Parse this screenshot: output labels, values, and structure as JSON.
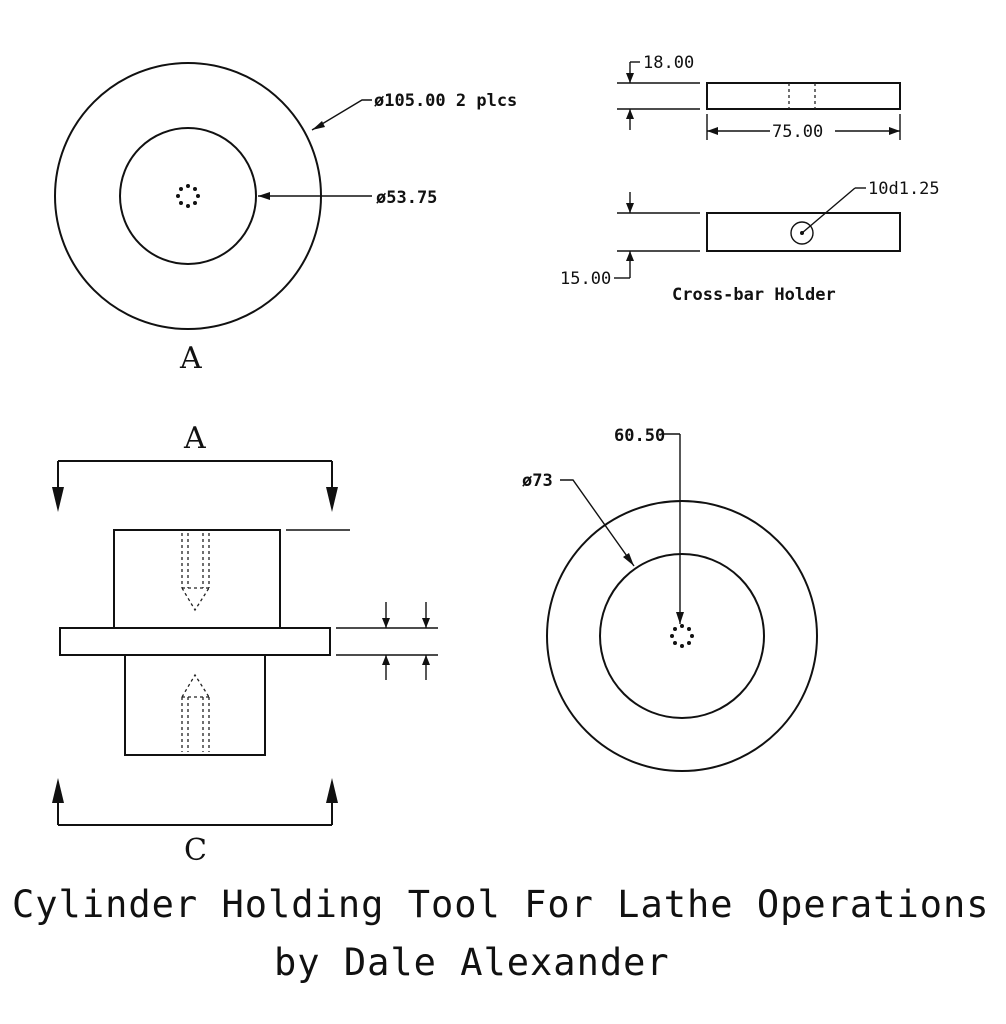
{
  "view_a": {
    "letter": "A",
    "outer_diameter_label": "ø105.00 2 plcs",
    "inner_diameter_label": "ø53.75"
  },
  "crossbar": {
    "thickness_label": "18.00",
    "length_label": "75.00",
    "hole_label": "10d1.25",
    "height_label": "15.00",
    "caption": "Cross-bar Holder"
  },
  "side_view": {
    "top_letter": "A",
    "bottom_letter": "C"
  },
  "view_c": {
    "center_label": "60.50",
    "diameter_label": "ø73"
  },
  "title": {
    "line1": "Cylinder Holding Tool For Lathe Operations",
    "line2": "by Dale Alexander"
  }
}
